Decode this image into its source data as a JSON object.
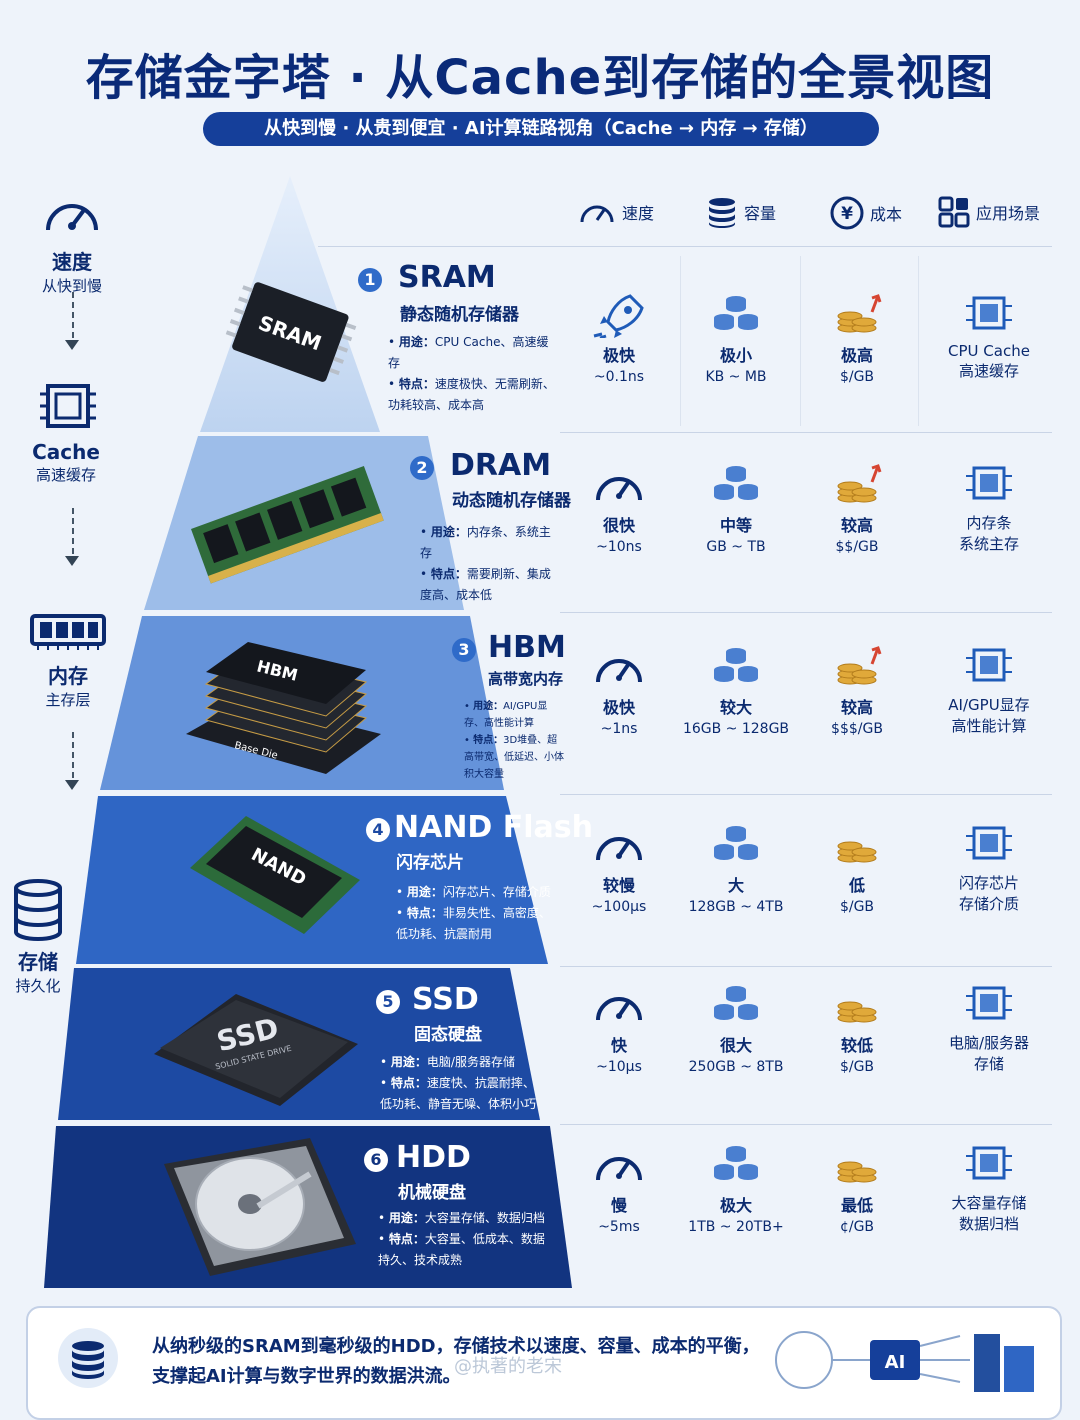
{
  "header": {
    "title": "存储金字塔 · 从Cache到存储的全景视图",
    "subtitle": "从快到慢 · 从贵到便宜 · AI计算链路视角（Cache → 内存 → 存储）"
  },
  "side": {
    "speed_title": "速度",
    "speed_sub": "从快到慢",
    "cache_title": "Cache",
    "cache_sub": "高速缓存",
    "memory_title": "内存",
    "memory_sub": "主存层",
    "storage_title": "存储",
    "storage_sub": "持久化"
  },
  "columns": {
    "speed": "速度",
    "capacity": "容量",
    "cost": "成本",
    "scene": "应用场景"
  },
  "tiers": [
    {
      "num": "1",
      "name": "SRAM",
      "cn": "静态随机存储器",
      "chip": "SRAM",
      "use_label": "用途：",
      "use": "CPU Cache、高速缓存",
      "feat_label": "特点：",
      "feat": "速度极快、无需刷新、功耗较高、成本高",
      "speed_lv": "极快",
      "speed_val": "~0.1ns",
      "cap_lv": "极小",
      "cap_val": "KB ~ MB",
      "cost_lv": "极高",
      "cost_val": "$/GB",
      "scene_a": "CPU Cache",
      "scene_b": "高速缓存"
    },
    {
      "num": "2",
      "name": "DRAM",
      "cn": "动态随机存储器",
      "chip": "",
      "use_label": "用途：",
      "use": "内存条、系统主存",
      "feat_label": "特点：",
      "feat": "需要刷新、集成度高、成本低",
      "speed_lv": "很快",
      "speed_val": "~10ns",
      "cap_lv": "中等",
      "cap_val": "GB ~ TB",
      "cost_lv": "较高",
      "cost_val": "$$/GB",
      "scene_a": "内存条",
      "scene_b": "系统主存"
    },
    {
      "num": "3",
      "name": "HBM",
      "cn": "高带宽内存",
      "chip": "HBM",
      "chip2": "Base Die",
      "use_label": "用途：",
      "use": "AI/GPU显存、高性能计算",
      "feat_label": "特点：",
      "feat": "3D堆叠、超高带宽、低延迟、小体积大容量",
      "speed_lv": "极快",
      "speed_val": "~1ns",
      "cap_lv": "较大",
      "cap_val": "16GB ~ 128GB",
      "cost_lv": "较高",
      "cost_val": "$$$/GB",
      "scene_a": "AI/GPU显存",
      "scene_b": "高性能计算"
    },
    {
      "num": "4",
      "name": "NAND Flash",
      "cn": "闪存芯片",
      "chip": "NAND",
      "use_label": "用途：",
      "use": "闪存芯片、存储介质",
      "feat_label": "特点：",
      "feat": "非易失性、高密度、低功耗、抗震耐用",
      "speed_lv": "较慢",
      "speed_val": "~100μs",
      "cap_lv": "大",
      "cap_val": "128GB ~ 4TB",
      "cost_lv": "低",
      "cost_val": "$/GB",
      "scene_a": "闪存芯片",
      "scene_b": "存储介质"
    },
    {
      "num": "5",
      "name": "SSD",
      "cn": "固态硬盘",
      "chip": "SSD",
      "chip2": "SOLID STATE DRIVE",
      "use_label": "用途：",
      "use": "电脑/服务器存储",
      "feat_label": "特点：",
      "feat": "速度快、抗震耐摔、低功耗、静音无噪、体积小巧",
      "speed_lv": "快",
      "speed_val": "~10μs",
      "cap_lv": "很大",
      "cap_val": "250GB ~ 8TB",
      "cost_lv": "较低",
      "cost_val": "$/GB",
      "scene_a": "电脑/服务器",
      "scene_b": "存储"
    },
    {
      "num": "6",
      "name": "HDD",
      "cn": "机械硬盘",
      "chip": "",
      "use_label": "用途：",
      "use": "大容量存储、数据归档",
      "feat_label": "特点：",
      "feat": "大容量、低成本、数据持久、技术成熟",
      "speed_lv": "慢",
      "speed_val": "~5ms",
      "cap_lv": "极大",
      "cap_val": "1TB ~ 20TB+",
      "cost_lv": "最低",
      "cost_val": "¢/GB",
      "scene_a": "大容量存储",
      "scene_b": "数据归档"
    }
  ],
  "footer": {
    "line1": "从纳秒级的SRAM到毫秒级的HDD，存储技术以速度、容量、成本的平衡，",
    "line2": "支撑起AI计算与数字世界的数据洪流。",
    "watermark": "@执著的老宋",
    "ai": "AI"
  },
  "colors": {
    "navy": "#0a2a78",
    "accent": "#2f6bc9",
    "tier_colors": [
      "#bcd2ee",
      "#8fb3e6",
      "#5e8fd8",
      "#2f66c4",
      "#1d4aa3",
      "#123480"
    ]
  }
}
